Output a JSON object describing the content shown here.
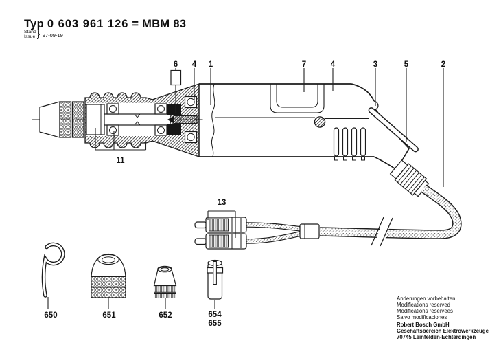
{
  "header": {
    "typ_label": "Typ",
    "type_number": "0 603 961 126",
    "equals_model": "= MBM 83",
    "stand_label": "Stand",
    "issue_label": "Issue",
    "brace": "}",
    "date": "97-09-19"
  },
  "callouts": {
    "c1": "1",
    "c2": "2",
    "c3": "3",
    "c4a": "4",
    "c4b": "4",
    "c5": "5",
    "c6": "6",
    "c7": "7",
    "c11": "11",
    "c13": "13"
  },
  "accessories": {
    "a650": "650",
    "a651": "651",
    "a652": "652",
    "a654": "654",
    "a655": "655"
  },
  "footer": {
    "note1": "Änderungen vorbehalten",
    "note2": "Modifications reserved",
    "note3": "Modifications reservees",
    "note4": "Salvo modificaciones",
    "company_name": "Robert Bosch GmbH",
    "company_division": "Geschäftsbereich Elektrowerkzeuge",
    "company_address": "70745 Leinfelden-Echterdingen"
  }
}
